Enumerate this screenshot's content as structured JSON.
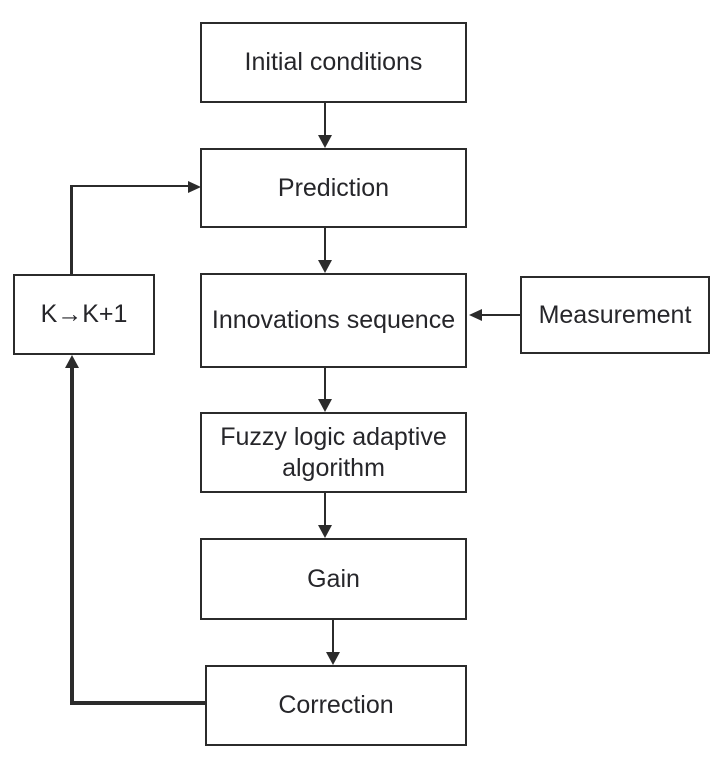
{
  "colors": {
    "line": "#2b2b2b",
    "text": "#26262a",
    "box_bg": "#ffffff",
    "page_bg": "#ffffff"
  },
  "nodes": {
    "initial_conditions": {
      "label": "Initial conditions"
    },
    "prediction": {
      "label": "Prediction"
    },
    "innovations_sequence": {
      "label": "Innovations sequence"
    },
    "measurement": {
      "label": "Measurement"
    },
    "k_increment": {
      "label": "K→K+1"
    },
    "fuzzy_logic": {
      "label_line1": "Fuzzy logic adaptive",
      "label_line2": "algorithm"
    },
    "gain": {
      "label": "Gain"
    },
    "correction": {
      "label": "Correction"
    }
  },
  "edges": [
    {
      "from": "initial_conditions",
      "to": "prediction"
    },
    {
      "from": "prediction",
      "to": "innovations_sequence"
    },
    {
      "from": "measurement",
      "to": "innovations_sequence"
    },
    {
      "from": "innovations_sequence",
      "to": "fuzzy_logic"
    },
    {
      "from": "fuzzy_logic",
      "to": "gain"
    },
    {
      "from": "gain",
      "to": "correction"
    },
    {
      "from": "correction",
      "to": "k_increment"
    },
    {
      "from": "k_increment",
      "to": "prediction"
    }
  ]
}
